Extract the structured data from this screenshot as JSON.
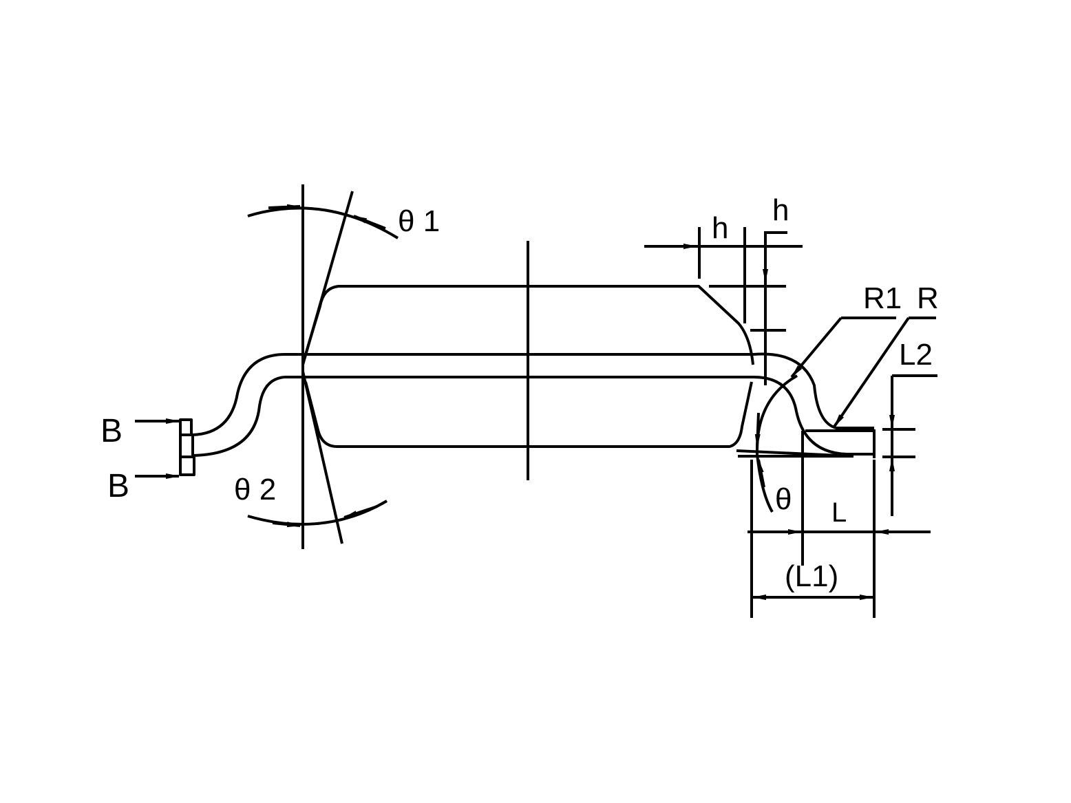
{
  "diagram": {
    "labels": {
      "theta1": "θ 1",
      "theta2": "θ 2",
      "h_left": "h",
      "h_right": "h",
      "r1": "R1",
      "r": "R",
      "l2": "L2",
      "b_top": "B",
      "b_bottom": "B",
      "theta": "θ",
      "l": "L",
      "l1": "(L1)"
    },
    "colors": {
      "line": "#000000",
      "background": "#ffffff"
    }
  }
}
